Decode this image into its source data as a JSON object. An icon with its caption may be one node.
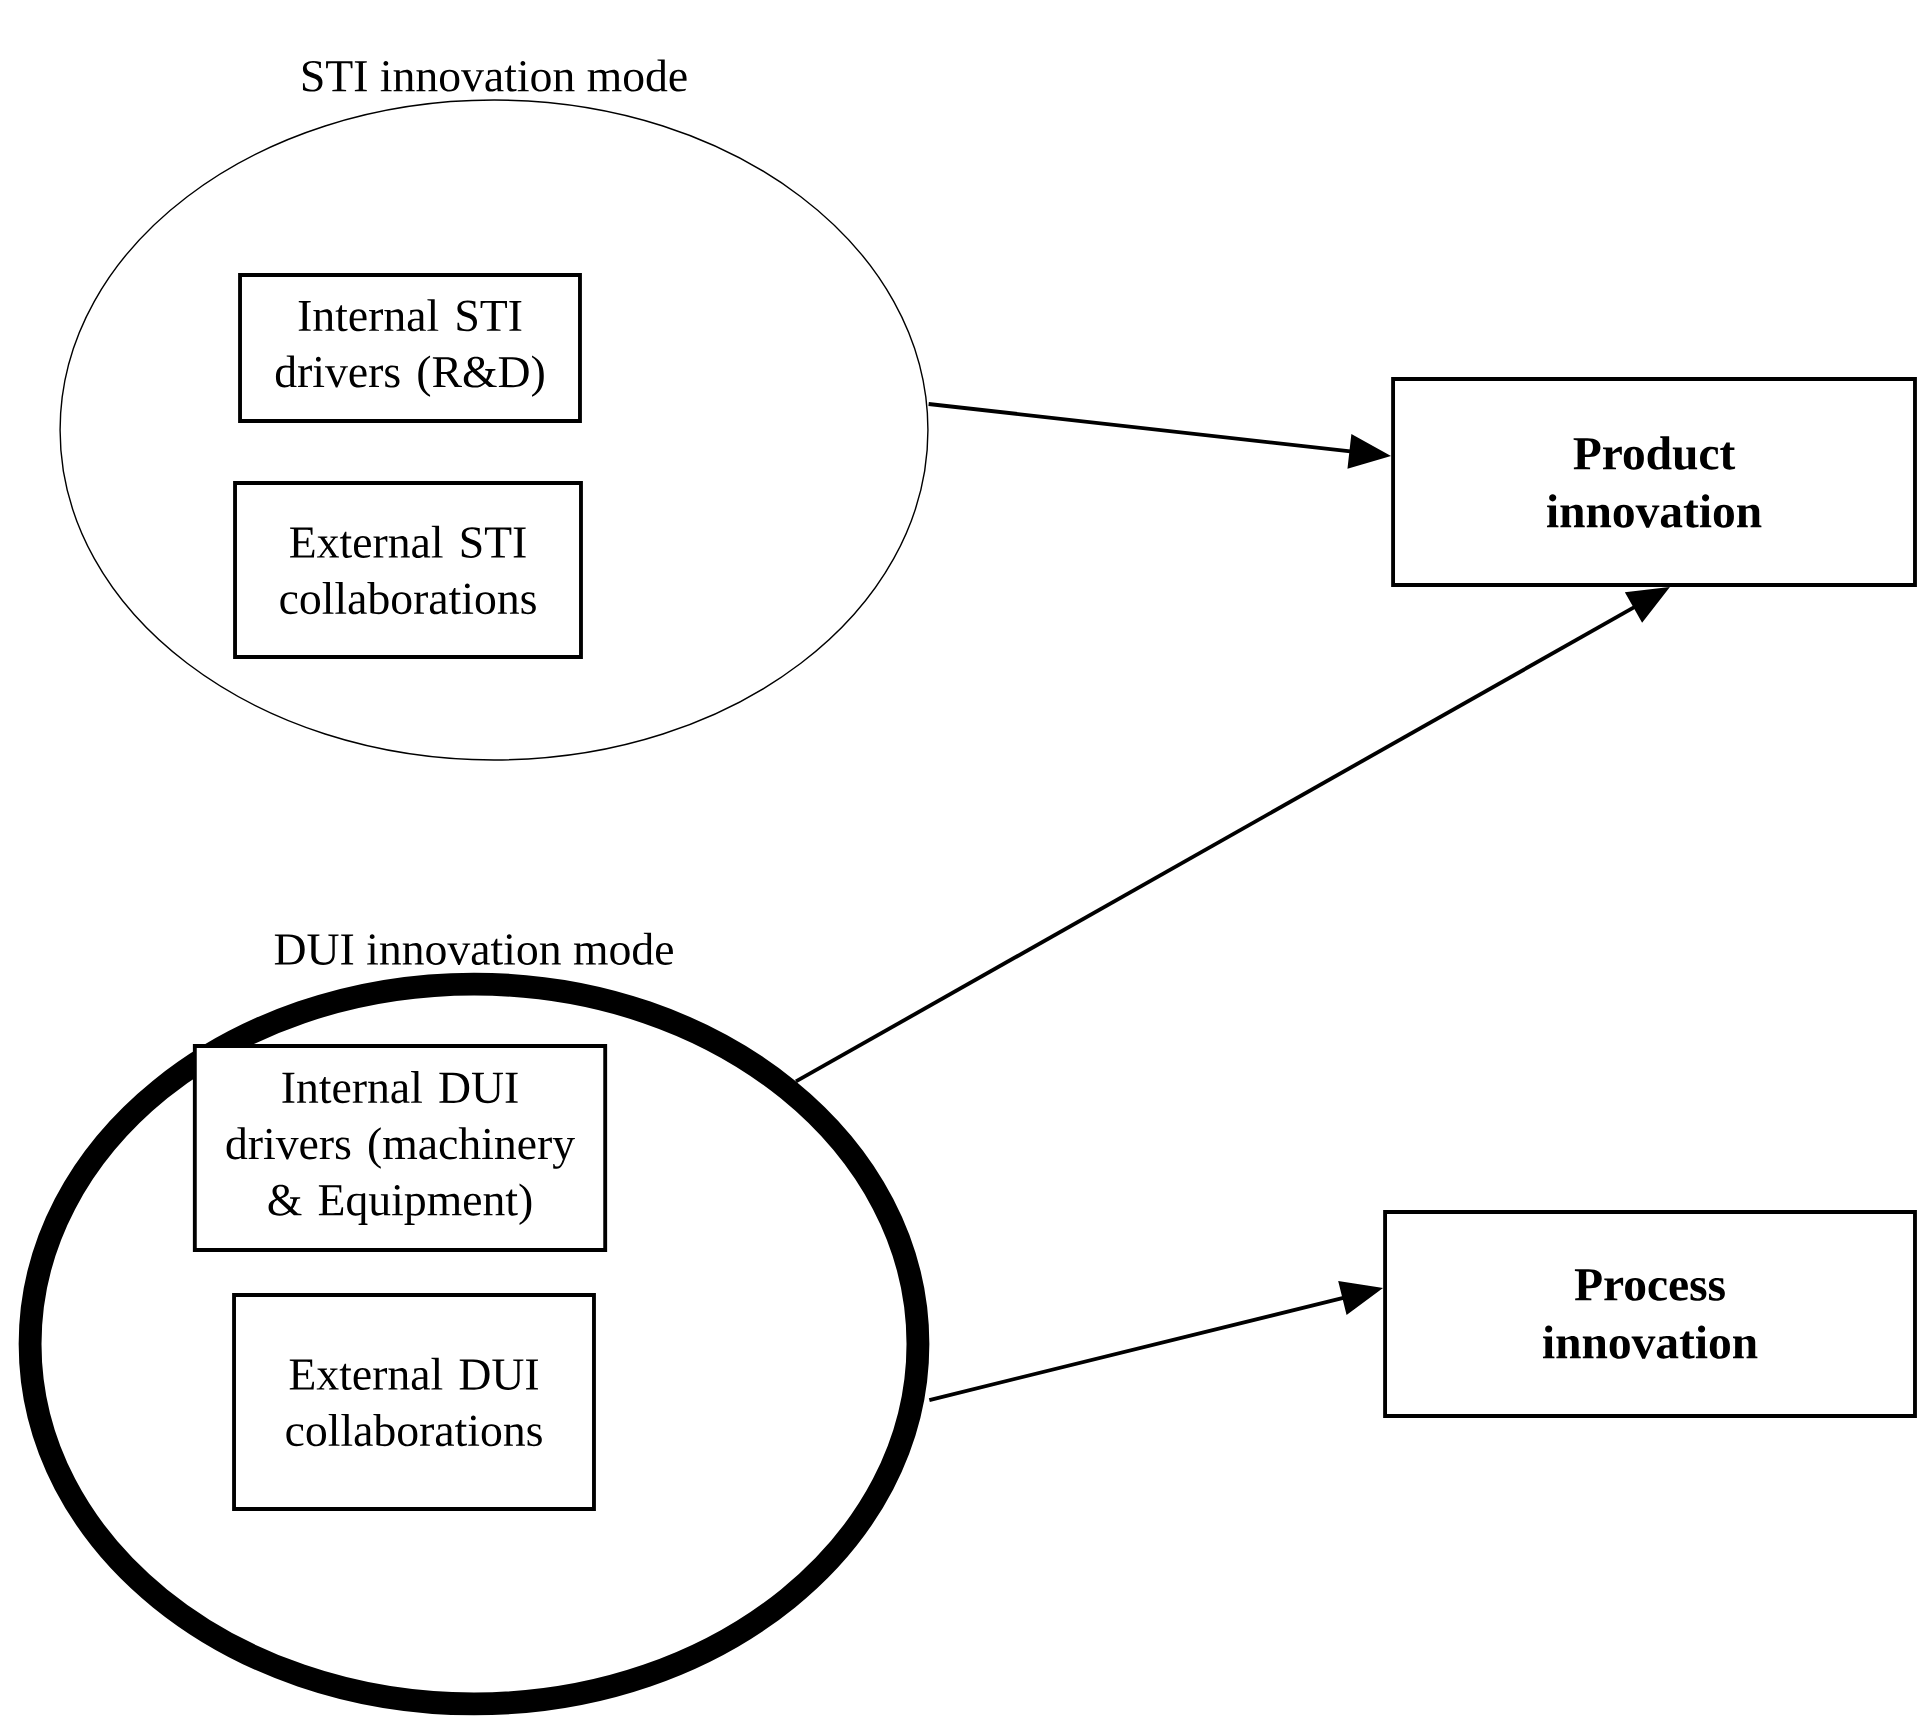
{
  "diagram": {
    "nodes": [
      {
        "text": [
          "STI innovation mode"
        ]
      },
      {
        "text": [
          "Internal STI drivers (R&D)"
        ],
        "in": 0
      },
      {
        "text": [
          "External STI collaborations"
        ],
        "in": 0
      },
      {
        "text": [
          "DUI innovation mode"
        ]
      },
      {
        "text": [
          "Internal DUI drivers (machinery & Equipment)"
        ],
        "in": 3
      },
      {
        "text": [
          "External DUI collaborations"
        ],
        "in": 3
      },
      {
        "text": [
          "Product innovation"
        ]
      },
      {
        "text": [
          "Process innovation"
        ]
      }
    ],
    "edges": [
      {
        "from": 0,
        "to": 6,
        "arrow": "to"
      },
      {
        "from": 3,
        "to": 6,
        "arrow": "to"
      },
      {
        "from": 3,
        "to": 7,
        "arrow": "to"
      }
    ]
  }
}
